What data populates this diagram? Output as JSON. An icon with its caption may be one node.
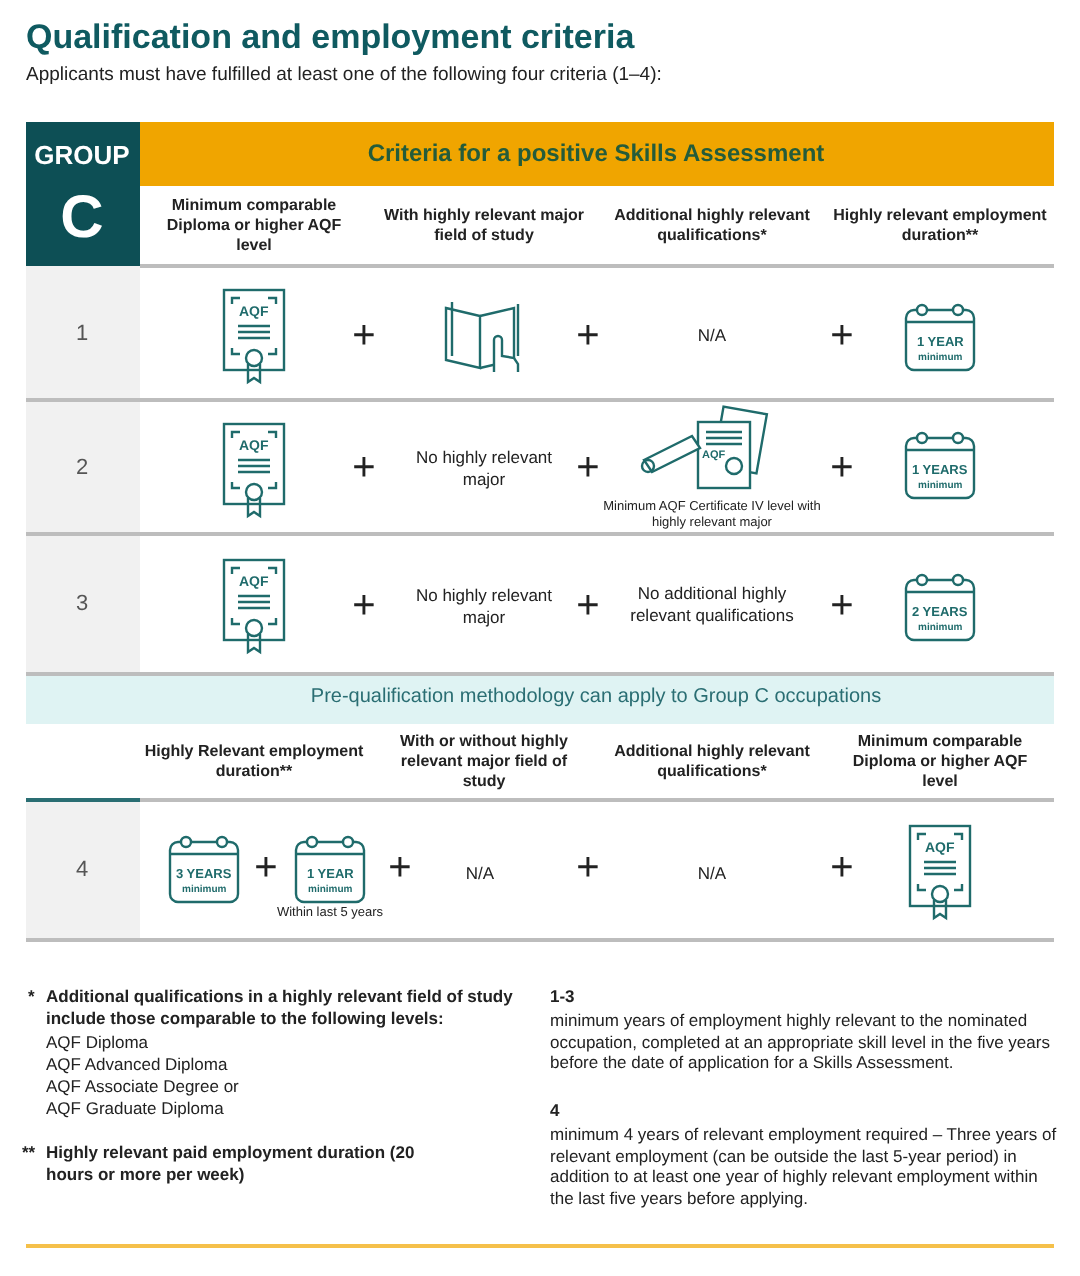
{
  "diagram": {
    "title": "Qualification and employment criteria",
    "labels": [
      "Applicants must have fulfilled at least one of the following four criteria (1–4):",
      "GROUP",
      "C",
      "Criteria for a positive Skills Assessment",
      "Minimum comparable Diploma or higher AQF level",
      "With highly relevant major field of study",
      "Additional highly relevant qualifications*",
      "Highly relevant employment duration**",
      "1",
      "AQF",
      "+",
      "+",
      "N/A",
      "+",
      "1 YEAR",
      "minimum",
      "2",
      "AQF",
      "+",
      "No highly relevant major",
      "+",
      "AQF",
      "Minimum AQF Certificate IV level with highly relevant major",
      "+",
      "1 YEARS",
      "minimum",
      "3",
      "AQF",
      "+",
      "No highly relevant major",
      "+",
      "No additional highly relevant qualifications",
      "+",
      "2 YEARS",
      "minimum",
      "Pre-qualification methodology can apply to Group C occupations",
      "Highly Relevant employment duration**",
      "With or without highly relevant major field of study",
      "Additional highly relevant qualifications*",
      "Minimum comparable Diploma or higher AQF level",
      "4",
      "3 YEARS",
      "minimum",
      "+",
      "1 YEAR",
      "minimum",
      "Within last 5 years",
      "+",
      "N/A",
      "+",
      "N/A",
      "+",
      "AQF",
      "*",
      "Additional qualifications in a highly relevant field of study include those comparable to the following levels:",
      "AQF Diploma",
      "AQF Advanced Diploma",
      "AQF Associate Degree or",
      "AQF Graduate Diploma",
      "**",
      "Highly relevant paid employment duration (20 hours or more per week)",
      "1-3",
      "minimum years of employment highly relevant to the nominated occupation, completed at an appropriate skill level in the five years before the date of application for a Skills Assessment.",
      "4",
      "minimum 4 years of relevant employment required – Three years of relevant employment (can be outside the last 5-year period) in addition to at least one year of highly relevant employment within the last five years before applying."
    ]
  }
}
